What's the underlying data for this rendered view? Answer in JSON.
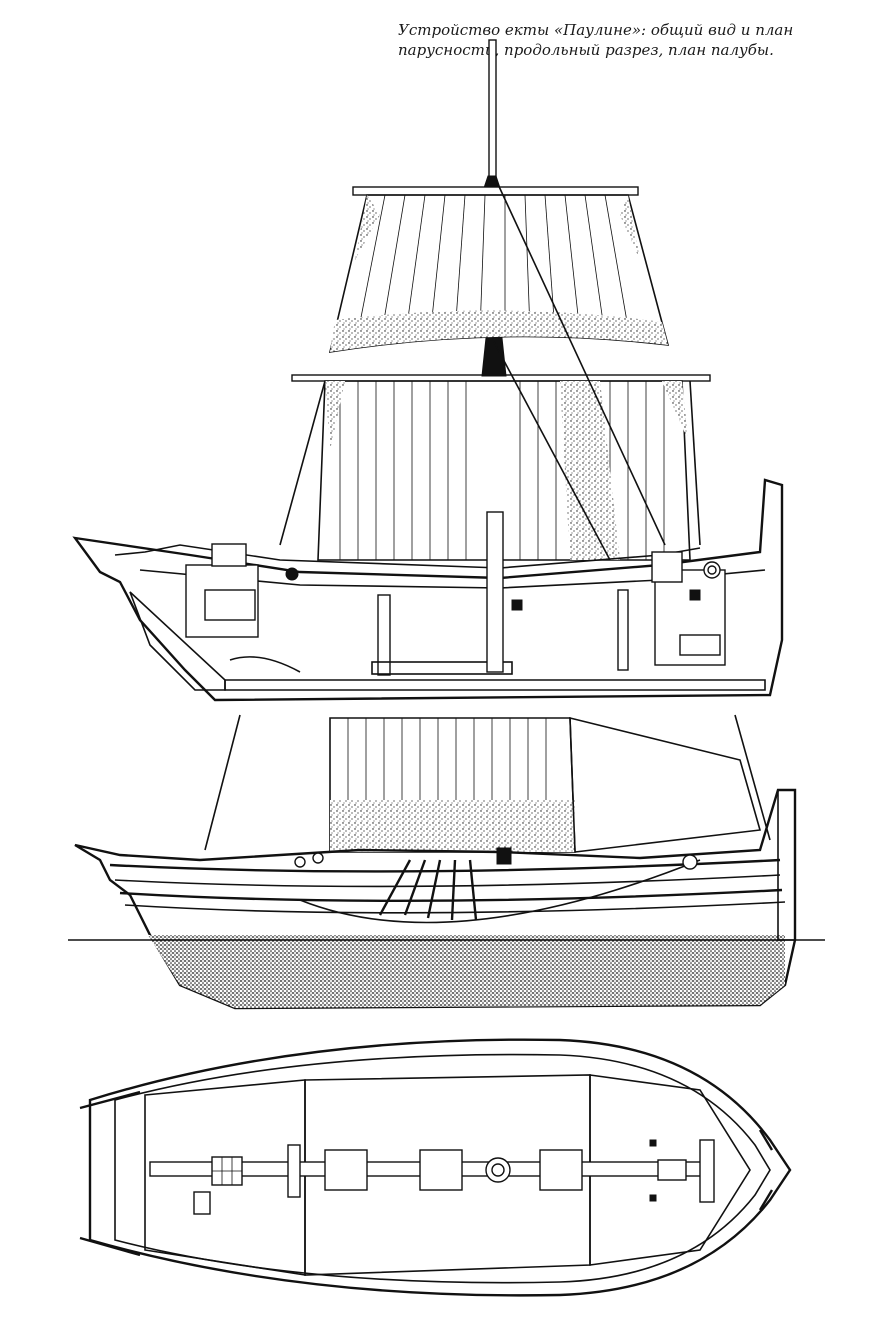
{
  "caption": {
    "line1": "Устройство екты «Паулине»: общий вид и план",
    "line2": "парусности, продольный разрез, план палубы."
  },
  "views": [
    {
      "name": "longitudinal-section"
    },
    {
      "name": "general-view-and-sail-plan"
    },
    {
      "name": "deck-plan"
    }
  ]
}
